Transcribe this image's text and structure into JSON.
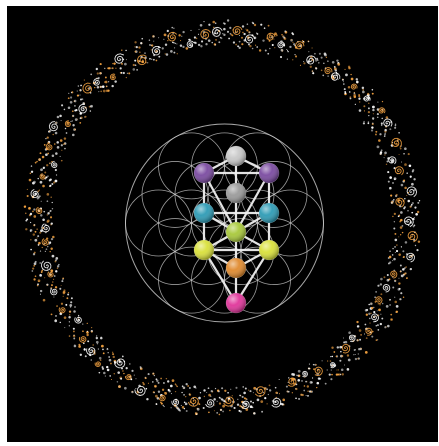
{
  "artwork": {
    "background_color": "#000000",
    "page_color": "#ffffff",
    "ring_colors": [
      "#f2a140",
      "#ffffff",
      "#d8d8d8"
    ],
    "line_color": "#cfcfcf",
    "sphere_colors": {
      "crown": "#c8c8c8",
      "wisdom": "#7a4aa0",
      "understanding": "#7a4aa0",
      "knowledge": "#9a9a9a",
      "mercy": "#2d9bb5",
      "severity": "#2d9bb5",
      "beauty": "#a8c83a",
      "victory": "#d9e03a",
      "splendor": "#d9e03a",
      "foundation": "#e08a2e",
      "kingdom": "#e0359a"
    },
    "elements": [
      "flower-of-life-pattern",
      "tree-of-life",
      "dotted-spiral-ring"
    ]
  }
}
